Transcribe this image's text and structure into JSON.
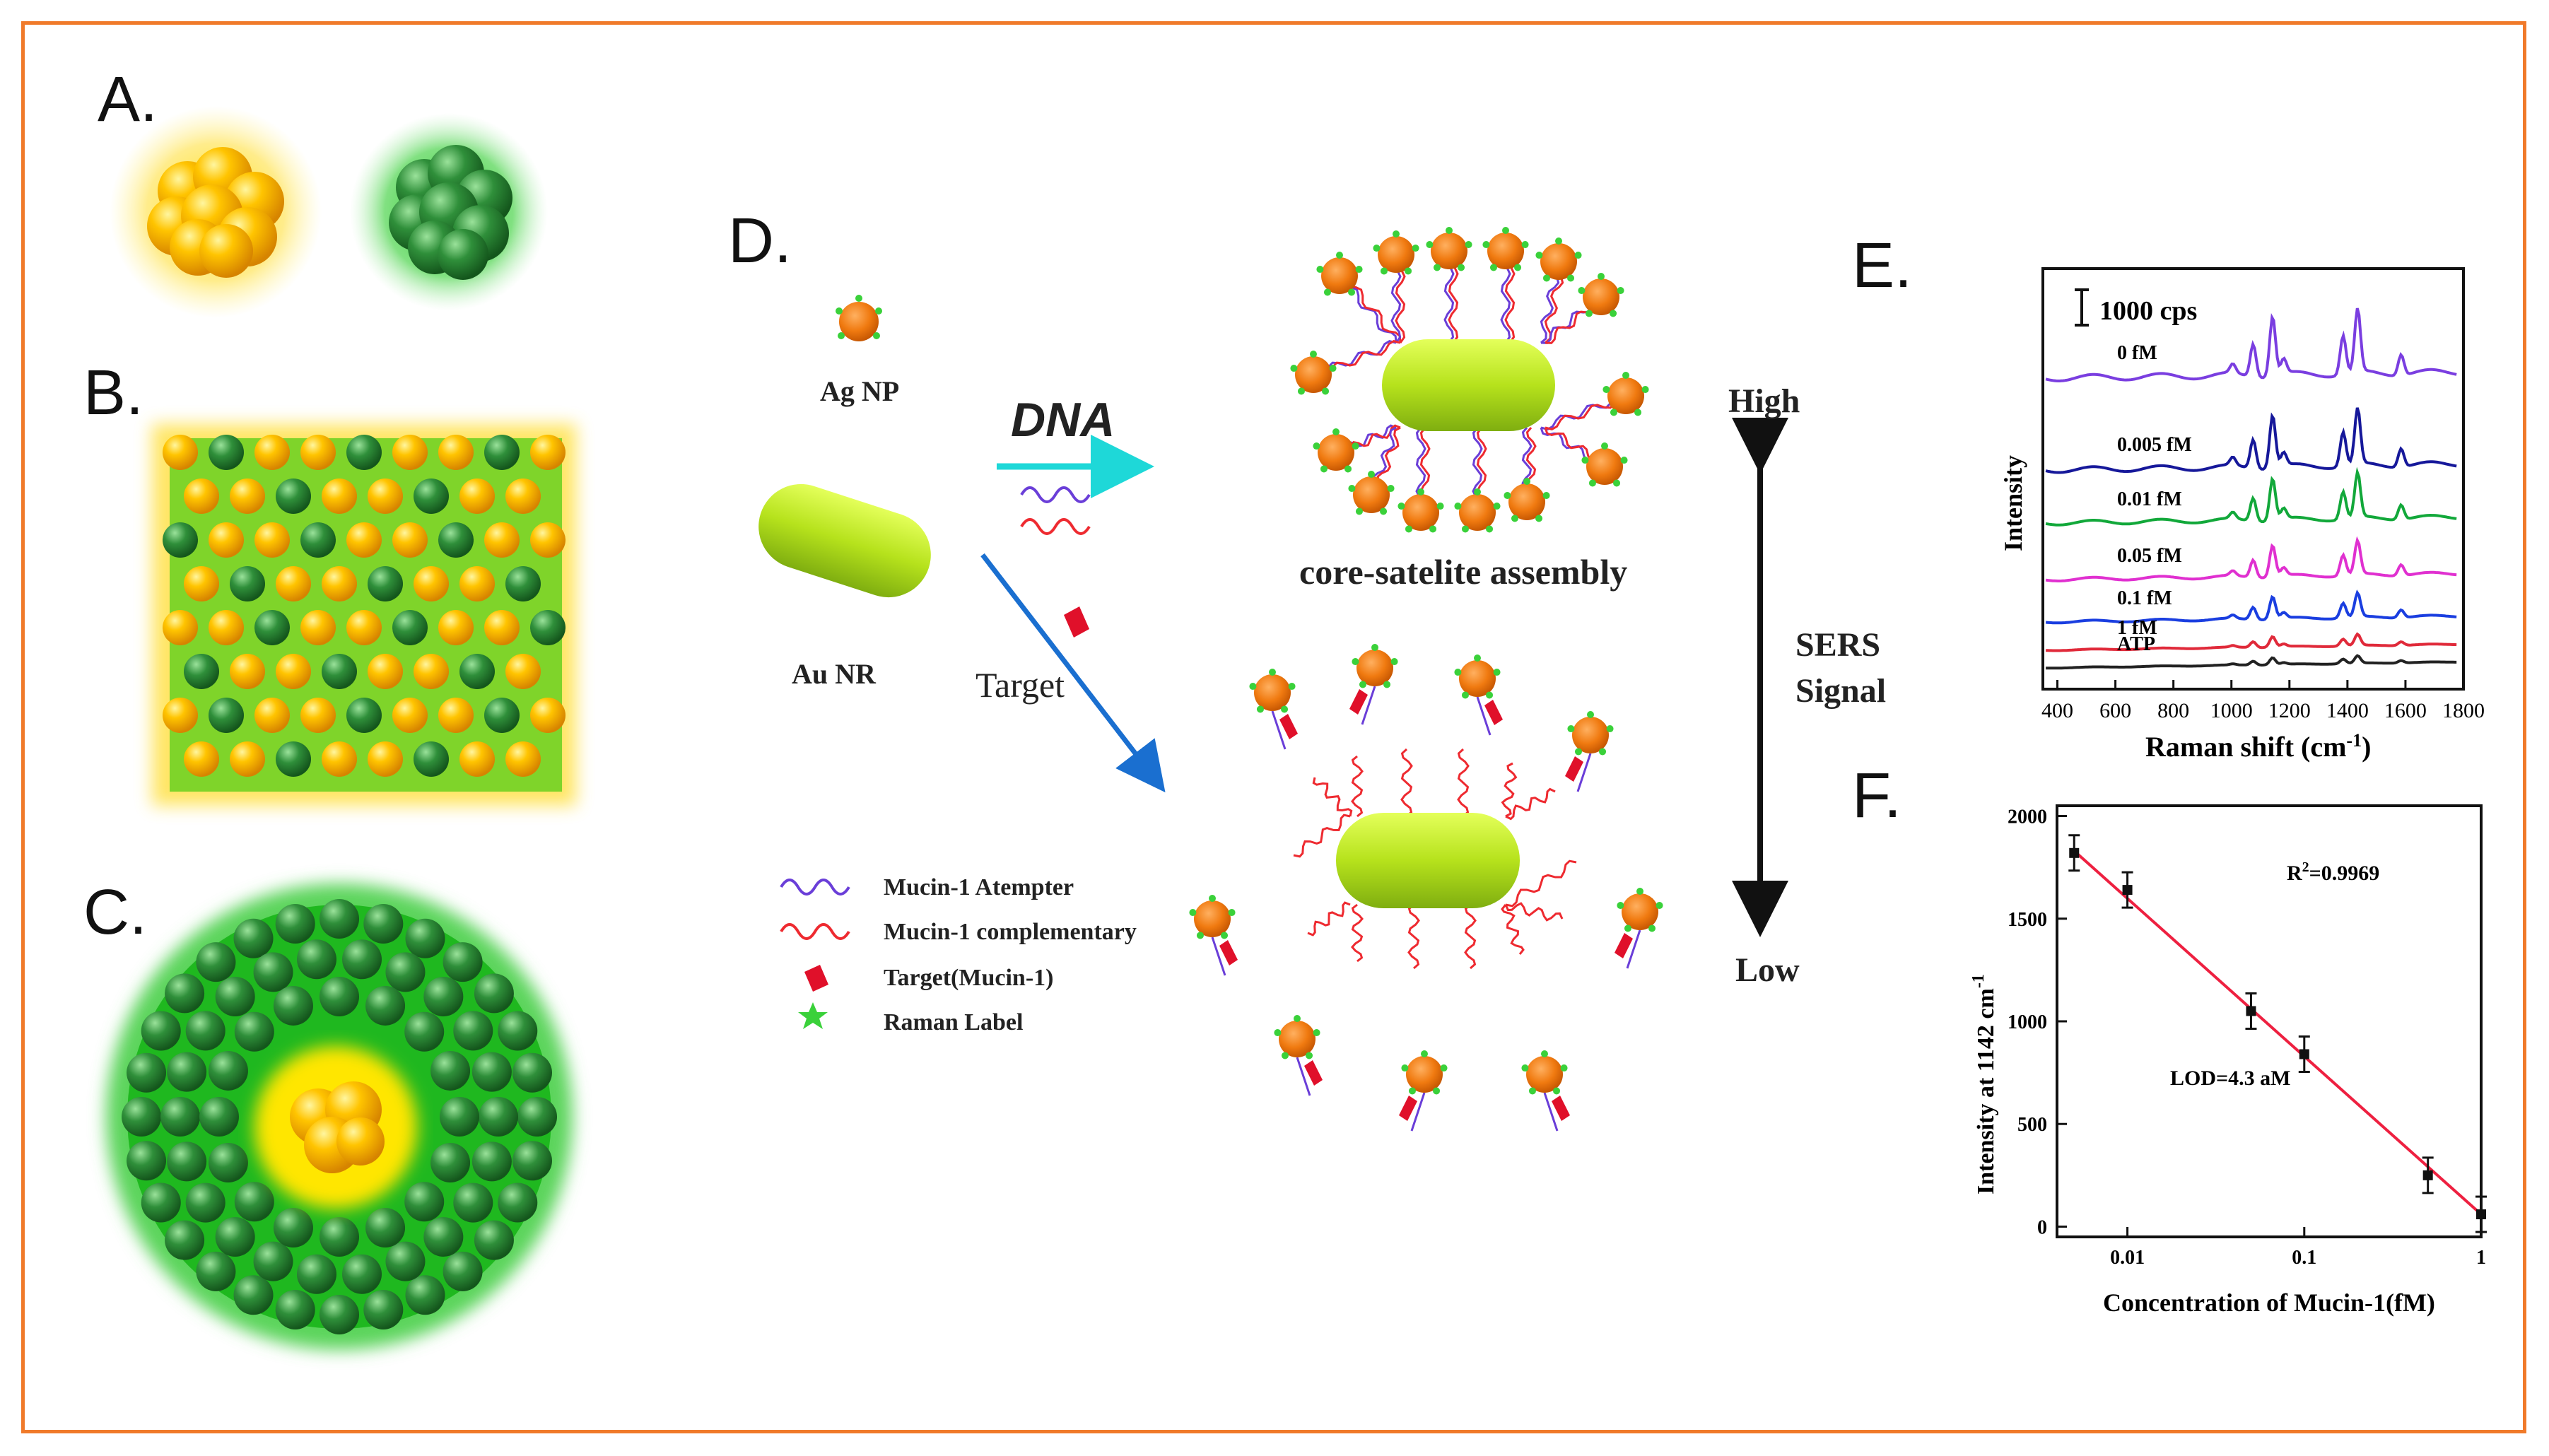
{
  "panels": {
    "a": "A.",
    "b": "B.",
    "c": "C.",
    "d": "D.",
    "e": "E.",
    "f": "F."
  },
  "scheme": {
    "ag_np": "Ag NP",
    "au_nr": "Au NR",
    "dna": "DNA",
    "target": "Target",
    "assembly": "core-satelite assembly",
    "high": "High",
    "low": "Low",
    "sers_line1": "SERS",
    "sers_line2": "Signal",
    "legend": {
      "aptamer": "Mucin-1 Atempter",
      "complementary": "Mucin-1 complementary",
      "target": "Target(Mucin-1)",
      "raman": "Raman Label"
    }
  },
  "colors": {
    "frame": "#f07a2a",
    "orange_np": "#f07a10",
    "rod": "#b6e21c",
    "green_glow": "#22c022",
    "yellow_glow": "#ffd000",
    "cyan_arrow": "#1ed8d8",
    "blue_arrow": "#1a6fd0",
    "target_red": "#e0102a",
    "fit_line": "#ee2040"
  },
  "chart_data": [
    {
      "type": "line",
      "panel": "E",
      "xlabel": "Raman shift (cm",
      "xlabel_sup": "-1",
      "xlabel_tail": ")",
      "ylabel": "Intensity",
      "xlim": [
        350,
        1800
      ],
      "xticks": [
        "400",
        "600",
        "800",
        "1000",
        "1200",
        "1400",
        "1600",
        "1800"
      ],
      "scale_bar": "1000 cps",
      "series": [
        {
          "name": "0 fM",
          "color": "#7a3ee0"
        },
        {
          "name": "0.005 fM",
          "color": "#16189a"
        },
        {
          "name": "0.01 fM",
          "color": "#12a83a"
        },
        {
          "name": "0.05 fM",
          "color": "#e030d0"
        },
        {
          "name": "0.1 fM",
          "color": "#1a3ee0"
        },
        {
          "name": "1 fM",
          "color": "#e02a3a"
        },
        {
          "name": "ATP",
          "color": "#222222"
        }
      ]
    },
    {
      "type": "scatter",
      "panel": "F",
      "xlabel": "Concentration of Mucin-1(fM)",
      "ylabel": "Intensity at 1142 cm",
      "ylabel_sup": "-1",
      "x_scale": "log",
      "xlim": [
        0.004,
        1.0
      ],
      "ylim": [
        -50,
        2050
      ],
      "xticks": [
        "0.01",
        "0.1",
        "1"
      ],
      "yticks": [
        "0",
        "500",
        "1000",
        "1500",
        "2000"
      ],
      "r2": "R",
      "r2_sup": "2",
      "r2_val": "=0.9969",
      "lod": "LOD=4.3 aM",
      "points": [
        {
          "x": 0.005,
          "y": 1820
        },
        {
          "x": 0.01,
          "y": 1640
        },
        {
          "x": 0.05,
          "y": 1050
        },
        {
          "x": 0.1,
          "y": 840
        },
        {
          "x": 0.5,
          "y": 250
        },
        {
          "x": 1.0,
          "y": 60
        }
      ],
      "fit": [
        {
          "x": 0.005,
          "y": 1830
        },
        {
          "x": 1.0,
          "y": 60
        }
      ]
    }
  ]
}
